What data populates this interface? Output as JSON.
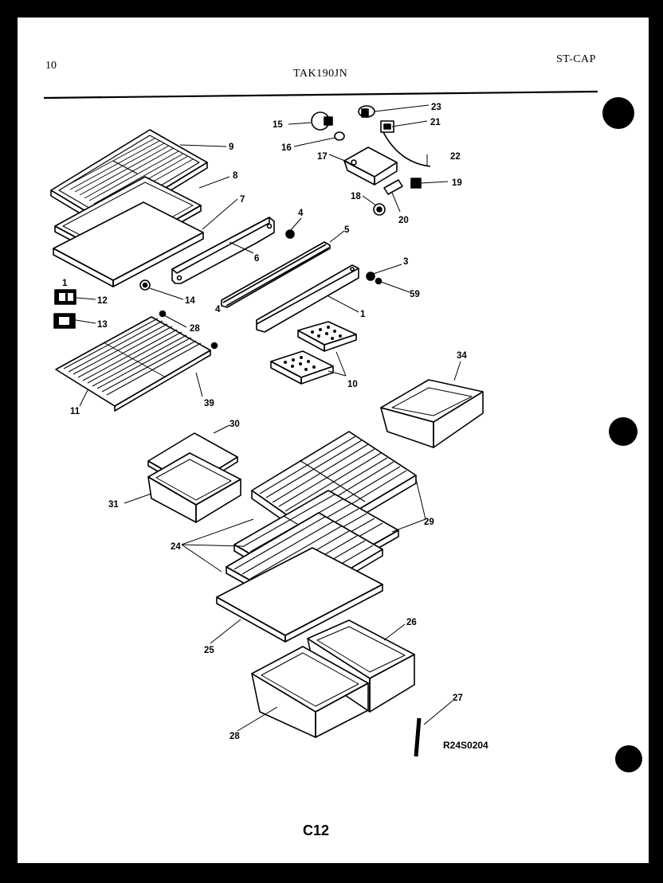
{
  "header": {
    "page_number": "10",
    "model": "TAK190JN",
    "code": "ST-CAP"
  },
  "footer": {
    "page_code": "C12",
    "drawing_number": "R24S0204"
  },
  "callouts": [
    {
      "id": "c9",
      "text": "9"
    },
    {
      "id": "c8",
      "text": "8"
    },
    {
      "id": "c7",
      "text": "7"
    },
    {
      "id": "c6a",
      "text": "6"
    },
    {
      "id": "c4a",
      "text": "4"
    },
    {
      "id": "c5",
      "text": "5"
    },
    {
      "id": "c3",
      "text": "3"
    },
    {
      "id": "c59",
      "text": "59"
    },
    {
      "id": "c1",
      "text": "1"
    },
    {
      "id": "c4b",
      "text": "4"
    },
    {
      "id": "c14",
      "text": "14"
    },
    {
      "id": "c12",
      "text": "12"
    },
    {
      "id": "c13",
      "text": "13"
    },
    {
      "id": "c1b",
      "text": "1"
    },
    {
      "id": "c28a",
      "text": "28"
    },
    {
      "id": "c39",
      "text": "39"
    },
    {
      "id": "c11",
      "text": "11"
    },
    {
      "id": "c10",
      "text": "10"
    },
    {
      "id": "c34",
      "text": "34"
    },
    {
      "id": "c15",
      "text": "15"
    },
    {
      "id": "c16",
      "text": "16"
    },
    {
      "id": "c17",
      "text": "17"
    },
    {
      "id": "c18",
      "text": "18"
    },
    {
      "id": "c20",
      "text": "20"
    },
    {
      "id": "c19",
      "text": "19"
    },
    {
      "id": "c22",
      "text": "22"
    },
    {
      "id": "c21",
      "text": "21"
    },
    {
      "id": "c23",
      "text": "23"
    },
    {
      "id": "c30",
      "text": "30"
    },
    {
      "id": "c31",
      "text": "31"
    },
    {
      "id": "c29",
      "text": "29"
    },
    {
      "id": "c24",
      "text": "24"
    },
    {
      "id": "c25",
      "text": "25"
    },
    {
      "id": "c26",
      "text": "26"
    },
    {
      "id": "c28b",
      "text": "28"
    },
    {
      "id": "c27",
      "text": "27"
    }
  ]
}
